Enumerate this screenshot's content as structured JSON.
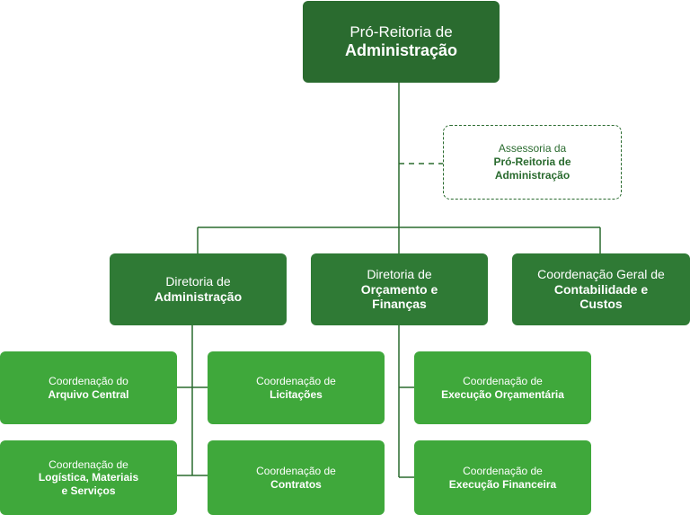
{
  "colors": {
    "top": "#2a6b2f",
    "directorate": "#2f7a35",
    "coordination": "#3fa83b",
    "line": "#2a6b2f"
  },
  "top": {
    "line1": "Pró-Reitoria de",
    "line2": "Administração"
  },
  "advisory": {
    "line1": "Assessoria da",
    "line2": "Pró-Reitoria de",
    "line3": "Administração"
  },
  "directorates": {
    "admin": {
      "line1": "Diretoria de",
      "line2": "Administração"
    },
    "budget": {
      "line1": "Diretoria de",
      "line2": "Orçamento e",
      "line3": "Finanças"
    },
    "accounting": {
      "line1": "Coordenação Geral de",
      "line2": "Contabilidade e",
      "line3": "Custos"
    }
  },
  "coordinations": {
    "archive": {
      "line1": "Coordenação do",
      "line2": "Arquivo Central"
    },
    "bids": {
      "line1": "Coordenação de",
      "line2": "Licitações"
    },
    "logistics": {
      "line1": "Coordenação de",
      "line2": "Logística, Materiais",
      "line3": "e Serviços"
    },
    "contracts": {
      "line1": "Coordenação de",
      "line2": "Contratos"
    },
    "budget_exec": {
      "line1": "Coordenação de",
      "line2": "Execução Orçamentária"
    },
    "financial_exec": {
      "line1": "Coordenação de",
      "line2": "Execução Financeira"
    }
  }
}
